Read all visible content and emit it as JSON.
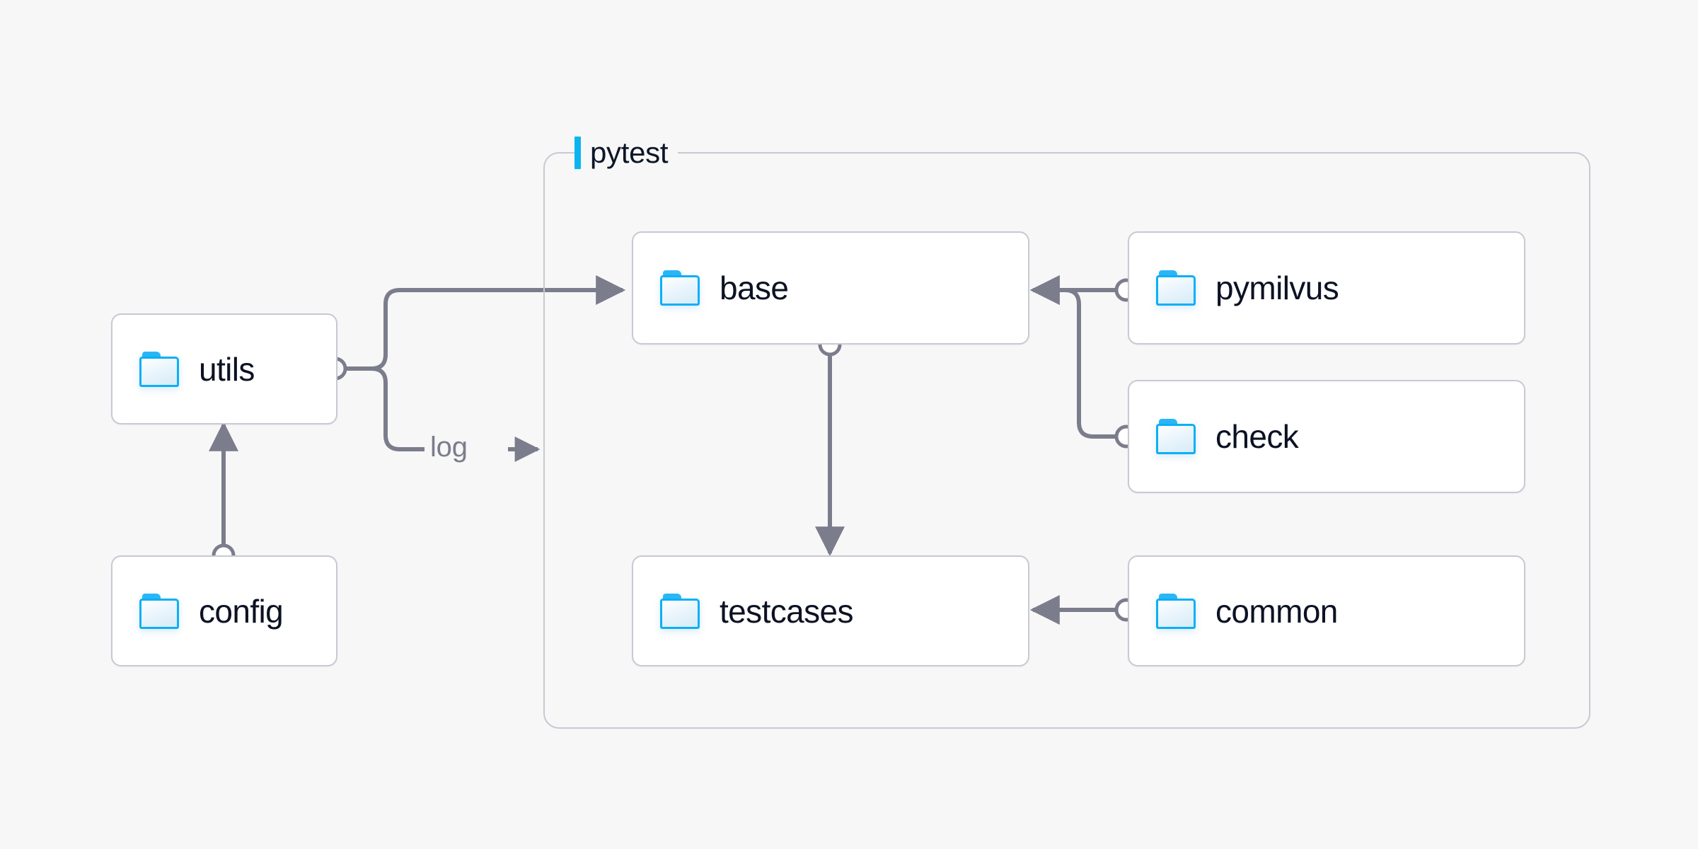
{
  "diagram": {
    "title": "pytest",
    "background_color": "#f7f7f8",
    "accent_color": "#0bb4ef",
    "edge_color": "#7b7d8c",
    "box_border_color": "#c9c8d3",
    "folder_icon_color": "#0bb0f5",
    "groups": [
      {
        "id": "pytest",
        "label": "pytest",
        "icon": "accent-bar-icon"
      }
    ],
    "nodes": [
      {
        "id": "utils",
        "label": "utils",
        "icon": "folder-icon",
        "group": null
      },
      {
        "id": "config",
        "label": "config",
        "icon": "folder-icon",
        "group": null
      },
      {
        "id": "base",
        "label": "base",
        "icon": "folder-icon",
        "group": "pytest"
      },
      {
        "id": "testcases",
        "label": "testcases",
        "icon": "folder-icon",
        "group": "pytest"
      },
      {
        "id": "pymilvus",
        "label": "pymilvus",
        "icon": "folder-icon",
        "group": "pytest"
      },
      {
        "id": "check",
        "label": "check",
        "icon": "folder-icon",
        "group": "pytest"
      },
      {
        "id": "common",
        "label": "common",
        "icon": "folder-icon",
        "group": "pytest"
      }
    ],
    "edges": [
      {
        "id": "utils-base",
        "from": "utils",
        "to": "base",
        "label": ""
      },
      {
        "id": "utils-log",
        "from": "utils",
        "to": "pytest",
        "label": "log"
      },
      {
        "id": "config-utils",
        "from": "config",
        "to": "utils",
        "label": ""
      },
      {
        "id": "base-testcases",
        "from": "base",
        "to": "testcases",
        "label": ""
      },
      {
        "id": "pymilvus-base",
        "from": "pymilvus",
        "to": "base",
        "label": ""
      },
      {
        "id": "check-base",
        "from": "check",
        "to": "base",
        "label": ""
      },
      {
        "id": "common-testcases",
        "from": "common",
        "to": "testcases",
        "label": ""
      }
    ]
  }
}
